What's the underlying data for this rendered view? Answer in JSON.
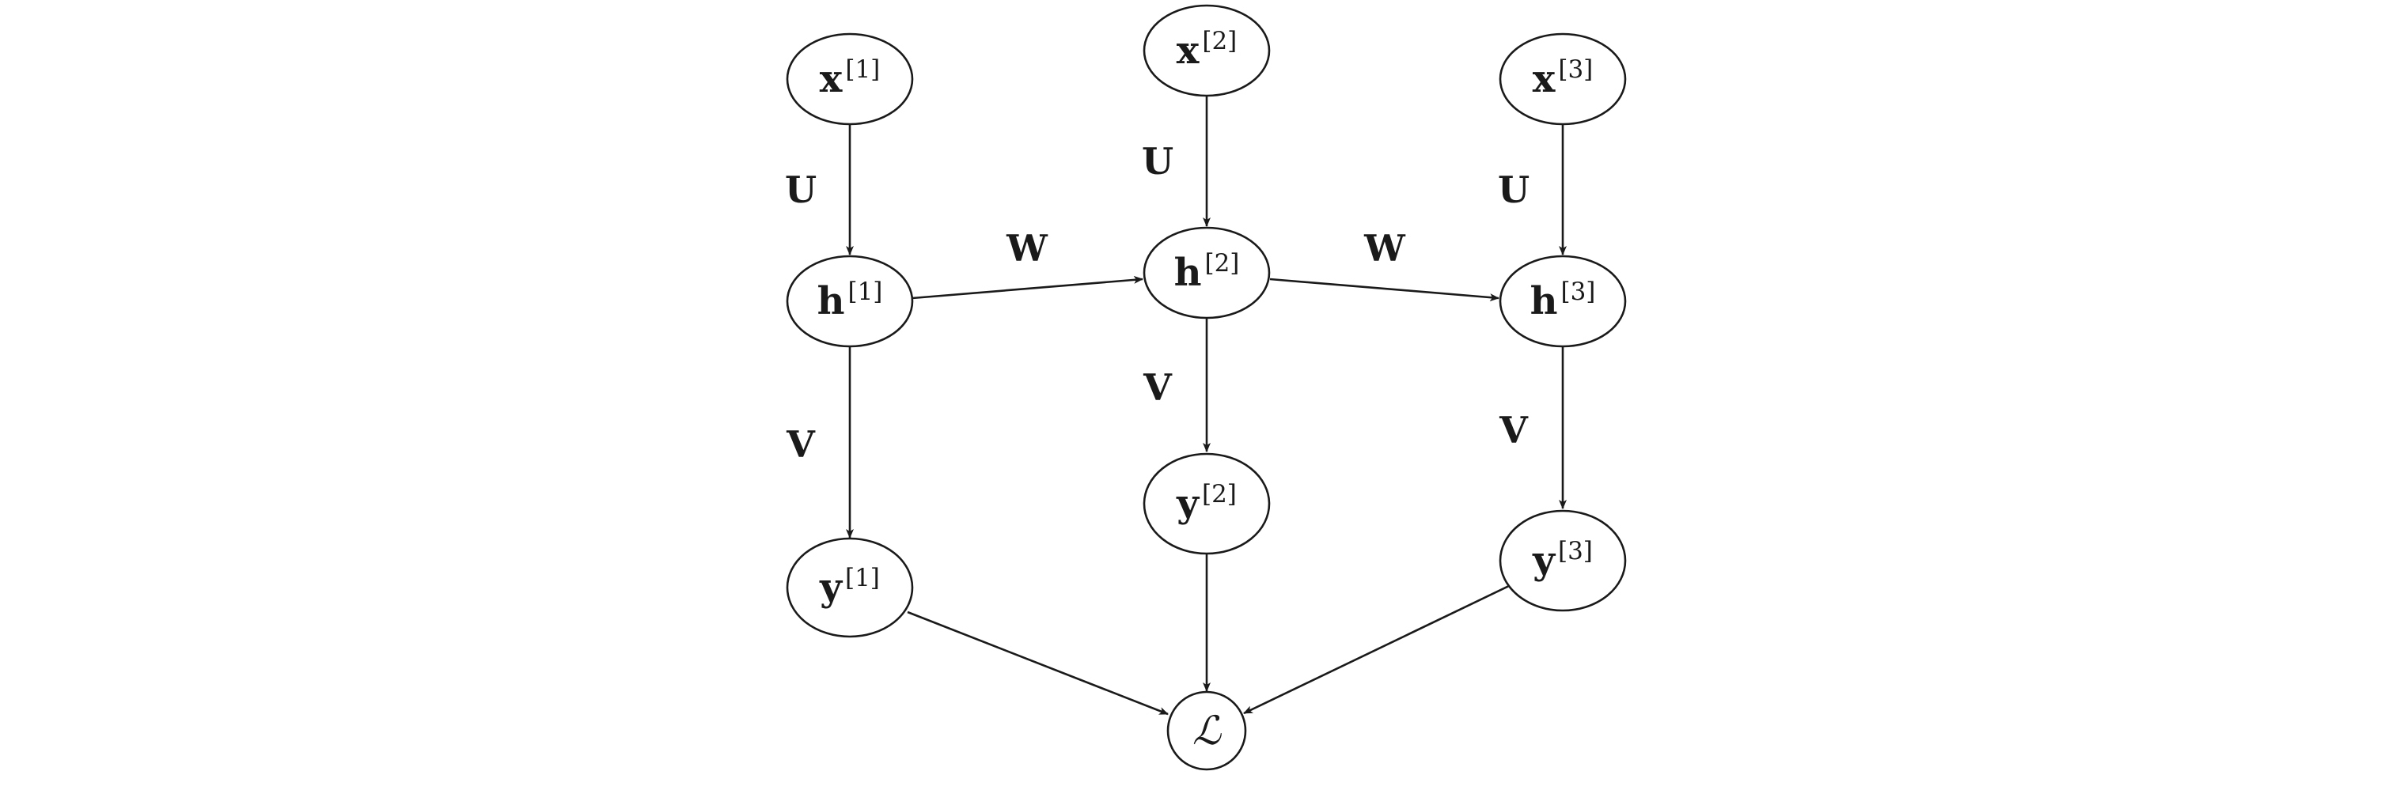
{
  "nodes": {
    "x1": {
      "main": "x",
      "sup": "[1]"
    },
    "x2": {
      "main": "x",
      "sup": "[2]"
    },
    "x3": {
      "main": "x",
      "sup": "[3]"
    },
    "h1": {
      "main": "h",
      "sup": "[1]"
    },
    "h2": {
      "main": "h",
      "sup": "[2]"
    },
    "h3": {
      "main": "h",
      "sup": "[3]"
    },
    "y1": {
      "main": "y",
      "sup": "[1]"
    },
    "y2": {
      "main": "y",
      "sup": "[2]"
    },
    "y3": {
      "main": "y",
      "sup": "[3]"
    },
    "loss": {
      "main": "ℒ"
    }
  },
  "edge_labels": {
    "u1": "U",
    "u2": "U",
    "u3": "U",
    "w12": "W",
    "w23": "W",
    "v1": "V",
    "v2": "V",
    "v3": "V"
  }
}
